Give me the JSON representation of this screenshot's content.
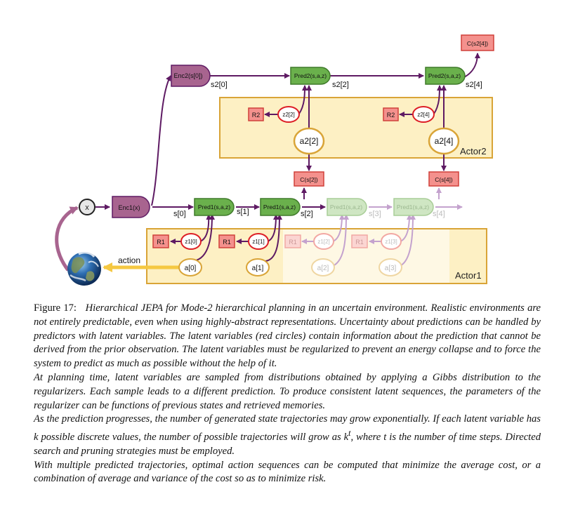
{
  "diagram": {
    "nodes": {
      "x": "x",
      "enc1": "Enc1(x)",
      "enc2": "Enc2(s[0])",
      "pred1": "Pred1(s,a,z)",
      "pred2": "Pred2(s,a,z)",
      "cost_s24": "C(s2[4])",
      "cost_s2": "C(s[2])",
      "cost_s4": "C(s[4])",
      "r": "R1",
      "r2": "R2",
      "z1_0": "z1[0]",
      "z1_1": "z1[1]",
      "z1_2": "z1[2]",
      "z1_3": "z1[3]",
      "z2_2": "z2[2]",
      "z2_4": "z2[4]",
      "a0": "a[0]",
      "a1": "a[1]",
      "a2": "a[2]",
      "a3": "a[3]",
      "a2_2": "a2[2]",
      "a2_4": "a2[4]"
    },
    "edges": {
      "s0": "s[0]",
      "s1": "s[1]",
      "s2": "s[2]",
      "s3": "s[3]",
      "s4": "s[4]",
      "s2_0": "s2[0]",
      "s2_2": "s2[2]",
      "s2_4": "s2[4]",
      "action": "action"
    },
    "boxes": {
      "actor1": "Actor1",
      "actor2": "Actor2"
    },
    "colors": {
      "green_module": "#6ab04c",
      "purple_encoder": "#a8648f",
      "latent_red": "#dd1f26",
      "regularizer_pink": "#f4918d",
      "actor_fill": "#fdf0c4",
      "actor_border": "#d9a437",
      "arrow": "#5e1a63",
      "action_arrow": "#f5c842"
    },
    "icons": {
      "world": "earth-globe-icon"
    }
  },
  "caption": {
    "figure_label": "Figure 17:",
    "title": "Hierarchical JEPA for Mode-2 hierarchical planning in an uncertain environment.",
    "para1": "Realistic environments are not entirely predictable, even when using highly-abstract representations. Uncertainty about predictions can be handled by predictors with latent variables. The latent variables (red circles) contain information about the prediction that cannot be derived from the prior observation. The latent variables must be regularized to prevent an energy collapse and to force the system to predict as much as possible without the help of it.",
    "para2": "At planning time, latent variables are sampled from distributions obtained by applying a Gibbs distribution to the regularizers. Each sample leads to a different prediction. To produce consistent latent sequences, the parameters of the regularizer can be functions of previous states and retrieved memories.",
    "para3_a": "As the prediction progresses, the number of generated state trajectories may grow exponentially. If each latent variable has k possible discrete values, the number of possible trajectories will grow as ",
    "para3_k": "k",
    "para3_t": "t",
    "para3_b": ", where t is the number of time steps. Directed search and pruning strategies must be employed.",
    "para4": "With multiple predicted trajectories, optimal action sequences can be computed that minimize the average cost, or a combination of average and variance of the cost so as to minimize risk."
  }
}
